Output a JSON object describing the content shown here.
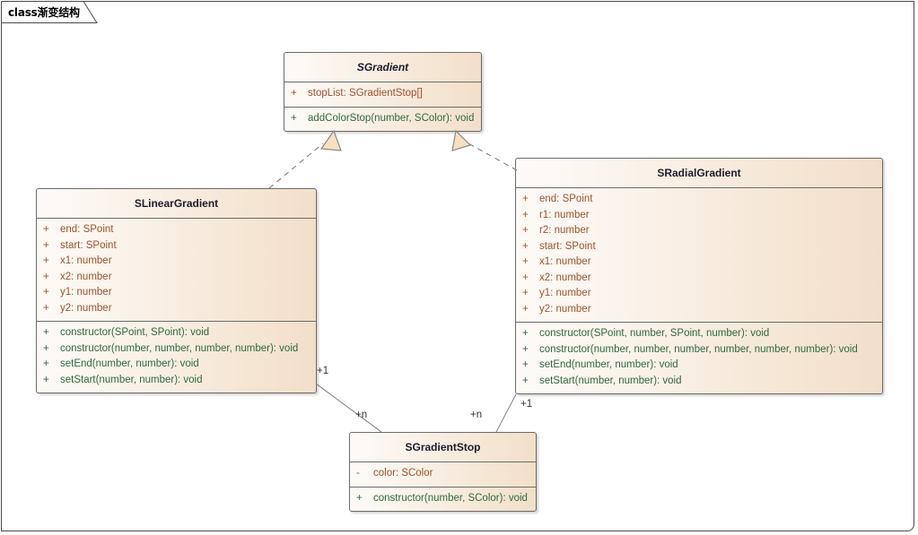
{
  "diagram": {
    "tab_label": "class渐变结构",
    "accent_border": "#6b6b6b",
    "attribute_color": "#a0522d",
    "operation_color": "#2e6b3e",
    "fill_light": "#fdfaf7",
    "fill_dark": "#f2dfca"
  },
  "classes": {
    "sgradient": {
      "name": "SGradient",
      "stereotype": "abstract",
      "attributes": [
        {
          "visibility": "+",
          "text": "stopList: SGradientStop[]"
        }
      ],
      "operations": [
        {
          "visibility": "+",
          "text": "addColorStop(number, SColor): void"
        }
      ]
    },
    "slinear": {
      "name": "SLinearGradient",
      "attributes": [
        {
          "visibility": "+",
          "text": "end: SPoint"
        },
        {
          "visibility": "+",
          "text": "start: SPoint"
        },
        {
          "visibility": "+",
          "text": "x1: number"
        },
        {
          "visibility": "+",
          "text": "x2: number"
        },
        {
          "visibility": "+",
          "text": "y1: number"
        },
        {
          "visibility": "+",
          "text": "y2: number"
        }
      ],
      "operations": [
        {
          "visibility": "+",
          "text": "constructor(SPoint, SPoint): void"
        },
        {
          "visibility": "+",
          "text": "constructor(number, number, number, number): void"
        },
        {
          "visibility": "+",
          "text": "setEnd(number, number): void"
        },
        {
          "visibility": "+",
          "text": "setStart(number, number): void"
        }
      ]
    },
    "sradial": {
      "name": "SRadialGradient",
      "attributes": [
        {
          "visibility": "+",
          "text": "end: SPoint"
        },
        {
          "visibility": "+",
          "text": "r1: number"
        },
        {
          "visibility": "+",
          "text": "r2: number"
        },
        {
          "visibility": "+",
          "text": "start: SPoint"
        },
        {
          "visibility": "+",
          "text": "x1: number"
        },
        {
          "visibility": "+",
          "text": "x2: number"
        },
        {
          "visibility": "+",
          "text": "y1: number"
        },
        {
          "visibility": "+",
          "text": "y2: number"
        }
      ],
      "operations": [
        {
          "visibility": "+",
          "text": "constructor(SPoint, number, SPoint, number): void"
        },
        {
          "visibility": "+",
          "text": "constructor(number, number, number, number, number, number): void"
        },
        {
          "visibility": "+",
          "text": "setEnd(number, number): void"
        },
        {
          "visibility": "+",
          "text": "setStart(number, number): void"
        }
      ]
    },
    "sgradientstop": {
      "name": "SGradientStop",
      "attributes": [
        {
          "visibility": "-",
          "text": "color: SColor"
        }
      ],
      "operations": [
        {
          "visibility": "+",
          "text": "constructor(number, SColor): void"
        }
      ]
    }
  },
  "relationships": {
    "linear_realizes_gradient": {
      "type": "realization",
      "from": "SLinearGradient",
      "to": "SGradient"
    },
    "radial_realizes_gradient": {
      "type": "realization",
      "from": "SRadialGradient",
      "to": "SGradient"
    },
    "linear_stop": {
      "type": "association",
      "from": "SLinearGradient",
      "to": "SGradientStop",
      "source_multiplicity": "+1",
      "target_multiplicity": "+n"
    },
    "radial_stop": {
      "type": "association",
      "from": "SRadialGradient",
      "to": "SGradientStop",
      "source_multiplicity": "+1",
      "target_multiplicity": "+n"
    }
  }
}
